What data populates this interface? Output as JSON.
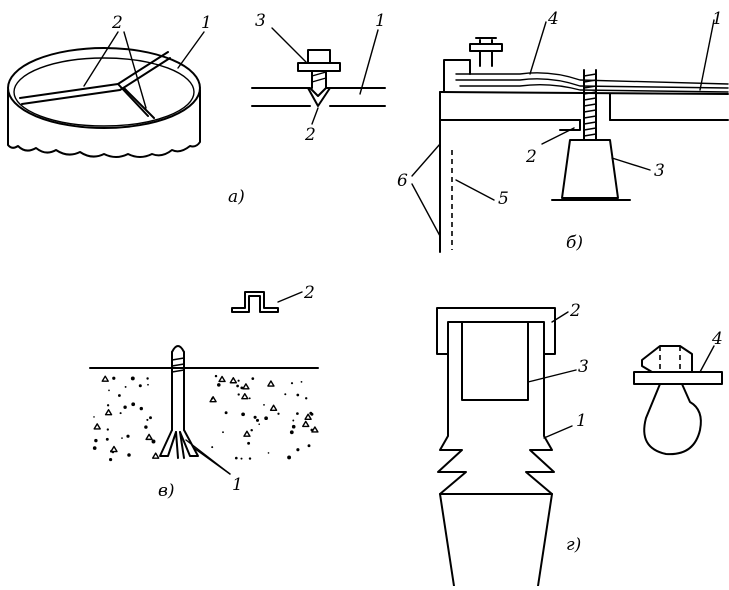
{
  "panels": {
    "a": {
      "caption": "а)",
      "labels": {
        "one_left": "1",
        "two_left": "2",
        "three": "3",
        "one_right": "1",
        "two_right": "2"
      }
    },
    "b": {
      "caption": "б)",
      "labels": {
        "four": "4",
        "one": "1",
        "two": "2",
        "three": "3",
        "five": "5",
        "six": "6"
      }
    },
    "v": {
      "caption": "в)",
      "labels": {
        "two": "2",
        "one": "1"
      }
    },
    "g": {
      "caption": "г)",
      "labels": {
        "two": "2",
        "three": "3",
        "one": "1",
        "four": "4"
      }
    }
  }
}
